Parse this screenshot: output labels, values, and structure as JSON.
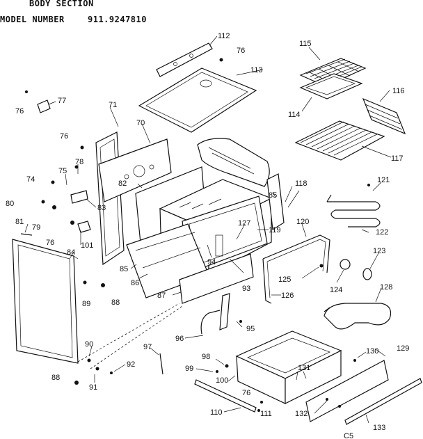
{
  "header": {
    "section": "BODY SECTION",
    "model_label": "MODEL NUMBER",
    "model_number": "911.9247810"
  },
  "labels": {
    "p112": "112",
    "p76a": "76",
    "p113": "113",
    "p115": "115",
    "p116": "116",
    "p114": "114",
    "p117": "117",
    "p76b": "76",
    "p77": "77",
    "p71": "71",
    "p70": "70",
    "p76c": "76",
    "p78": "78",
    "p75": "75",
    "p74": "74",
    "p82": "82",
    "p121": "121",
    "p85a": "85",
    "p118": "118",
    "p80": "80",
    "p83": "83",
    "p127": "127",
    "p120": "120",
    "p81": "81",
    "p79": "79",
    "p76d": "76",
    "p119": "119",
    "p122": "122",
    "p84": "84",
    "p101": "101",
    "p123": "123",
    "p94": "94",
    "p85b": "85",
    "p86": "86",
    "p125": "125",
    "p124": "124",
    "p89": "89",
    "p93": "93",
    "p87": "87",
    "p126": "126",
    "p128": "128",
    "p88a": "88",
    "p95": "95",
    "p96": "96",
    "p97": "97",
    "p90": "90",
    "p130": "130",
    "p129": "129",
    "p98": "98",
    "p92": "92",
    "p99": "99",
    "p131": "131",
    "p91": "91",
    "p100": "100",
    "p88b": "88",
    "p76e": "76",
    "p132": "132",
    "p110": "110",
    "p111": "111",
    "p133": "133",
    "code": "C5"
  }
}
